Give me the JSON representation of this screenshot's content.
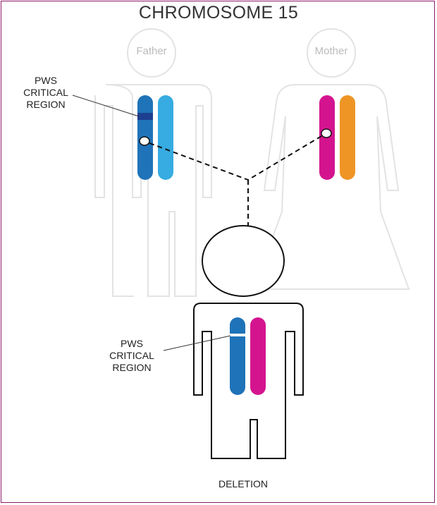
{
  "title": "CHROMOSOME 15",
  "father": {
    "label": "Father",
    "region_label": [
      "PWS",
      "CRITICAL",
      "REGION"
    ]
  },
  "mother": {
    "label": "Mother"
  },
  "child": {
    "region_label": [
      "PWS",
      "CRITICAL",
      "REGION"
    ],
    "caption": "DELETION"
  },
  "colors": {
    "frame": "#8b1a6b",
    "father_dark_blue": "#1f73b8",
    "father_light_blue": "#36ace2",
    "deletion_band": "#1d3f8f",
    "mother_magenta": "#d4148f",
    "mother_orange": "#ef9526",
    "faint_outline": "#e3e3e3",
    "child_outline": "#111111"
  }
}
